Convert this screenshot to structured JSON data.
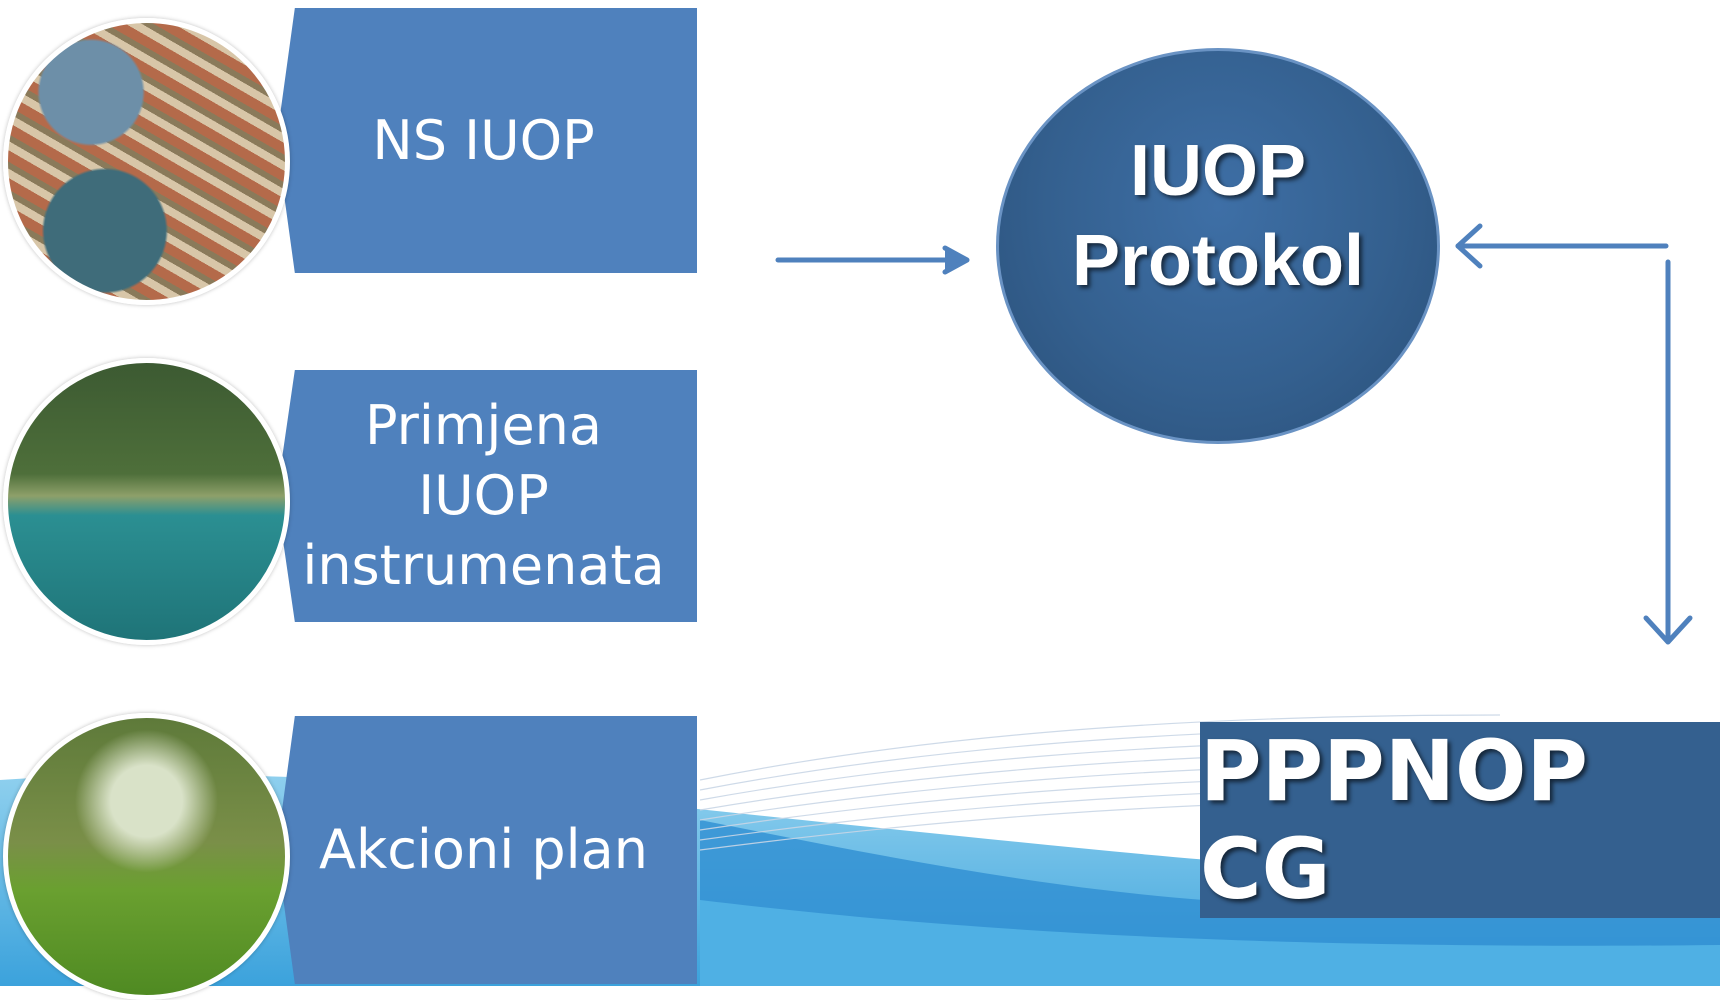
{
  "inputs": [
    {
      "text": "NS IUOP"
    },
    {
      "text": "Primjena\nIUOP\ninstrumenata"
    },
    {
      "text": "Akcioni plan"
    }
  ],
  "center": {
    "line1": "IUOP",
    "line2": "Protokol"
  },
  "output": {
    "text": "PPPNOP CG"
  },
  "colors": {
    "box": "#4f81bd",
    "ellipse": "#34608f",
    "arrow": "#4f81bd",
    "wave_light": "#8dcdea",
    "wave_dark": "#2e8fd0"
  }
}
